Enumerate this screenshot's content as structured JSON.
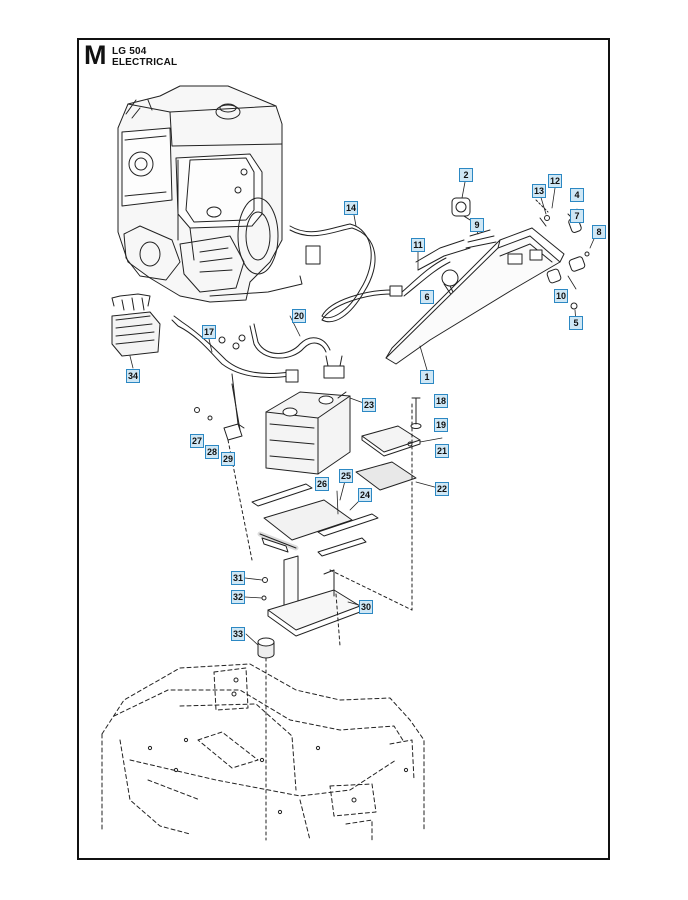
{
  "header": {
    "section_letter": "M",
    "model": "LG 504",
    "section_title": "ELECTRICAL"
  },
  "parts": [
    {
      "id": "p1",
      "label": "1"
    },
    {
      "id": "p2",
      "label": "2"
    },
    {
      "id": "p4",
      "label": "4"
    },
    {
      "id": "p5",
      "label": "5"
    },
    {
      "id": "p6",
      "label": "6"
    },
    {
      "id": "p7",
      "label": "7"
    },
    {
      "id": "p8",
      "label": "8"
    },
    {
      "id": "p9",
      "label": "9"
    },
    {
      "id": "p10",
      "label": "10"
    },
    {
      "id": "p11",
      "label": "11"
    },
    {
      "id": "p12",
      "label": "12"
    },
    {
      "id": "p13",
      "label": "13"
    },
    {
      "id": "p14",
      "label": "14"
    },
    {
      "id": "p17",
      "label": "17"
    },
    {
      "id": "p18",
      "label": "18"
    },
    {
      "id": "p19",
      "label": "19"
    },
    {
      "id": "p20",
      "label": "20"
    },
    {
      "id": "p21",
      "label": "21"
    },
    {
      "id": "p22",
      "label": "22"
    },
    {
      "id": "p23",
      "label": "23"
    },
    {
      "id": "p24",
      "label": "24"
    },
    {
      "id": "p25",
      "label": "25"
    },
    {
      "id": "p26",
      "label": "26"
    },
    {
      "id": "p27",
      "label": "27"
    },
    {
      "id": "p28",
      "label": "28"
    },
    {
      "id": "p29",
      "label": "29"
    },
    {
      "id": "p30",
      "label": "30"
    },
    {
      "id": "p31",
      "label": "31"
    },
    {
      "id": "p32",
      "label": "32"
    },
    {
      "id": "p33",
      "label": "33"
    },
    {
      "id": "p34",
      "label": "34"
    }
  ]
}
